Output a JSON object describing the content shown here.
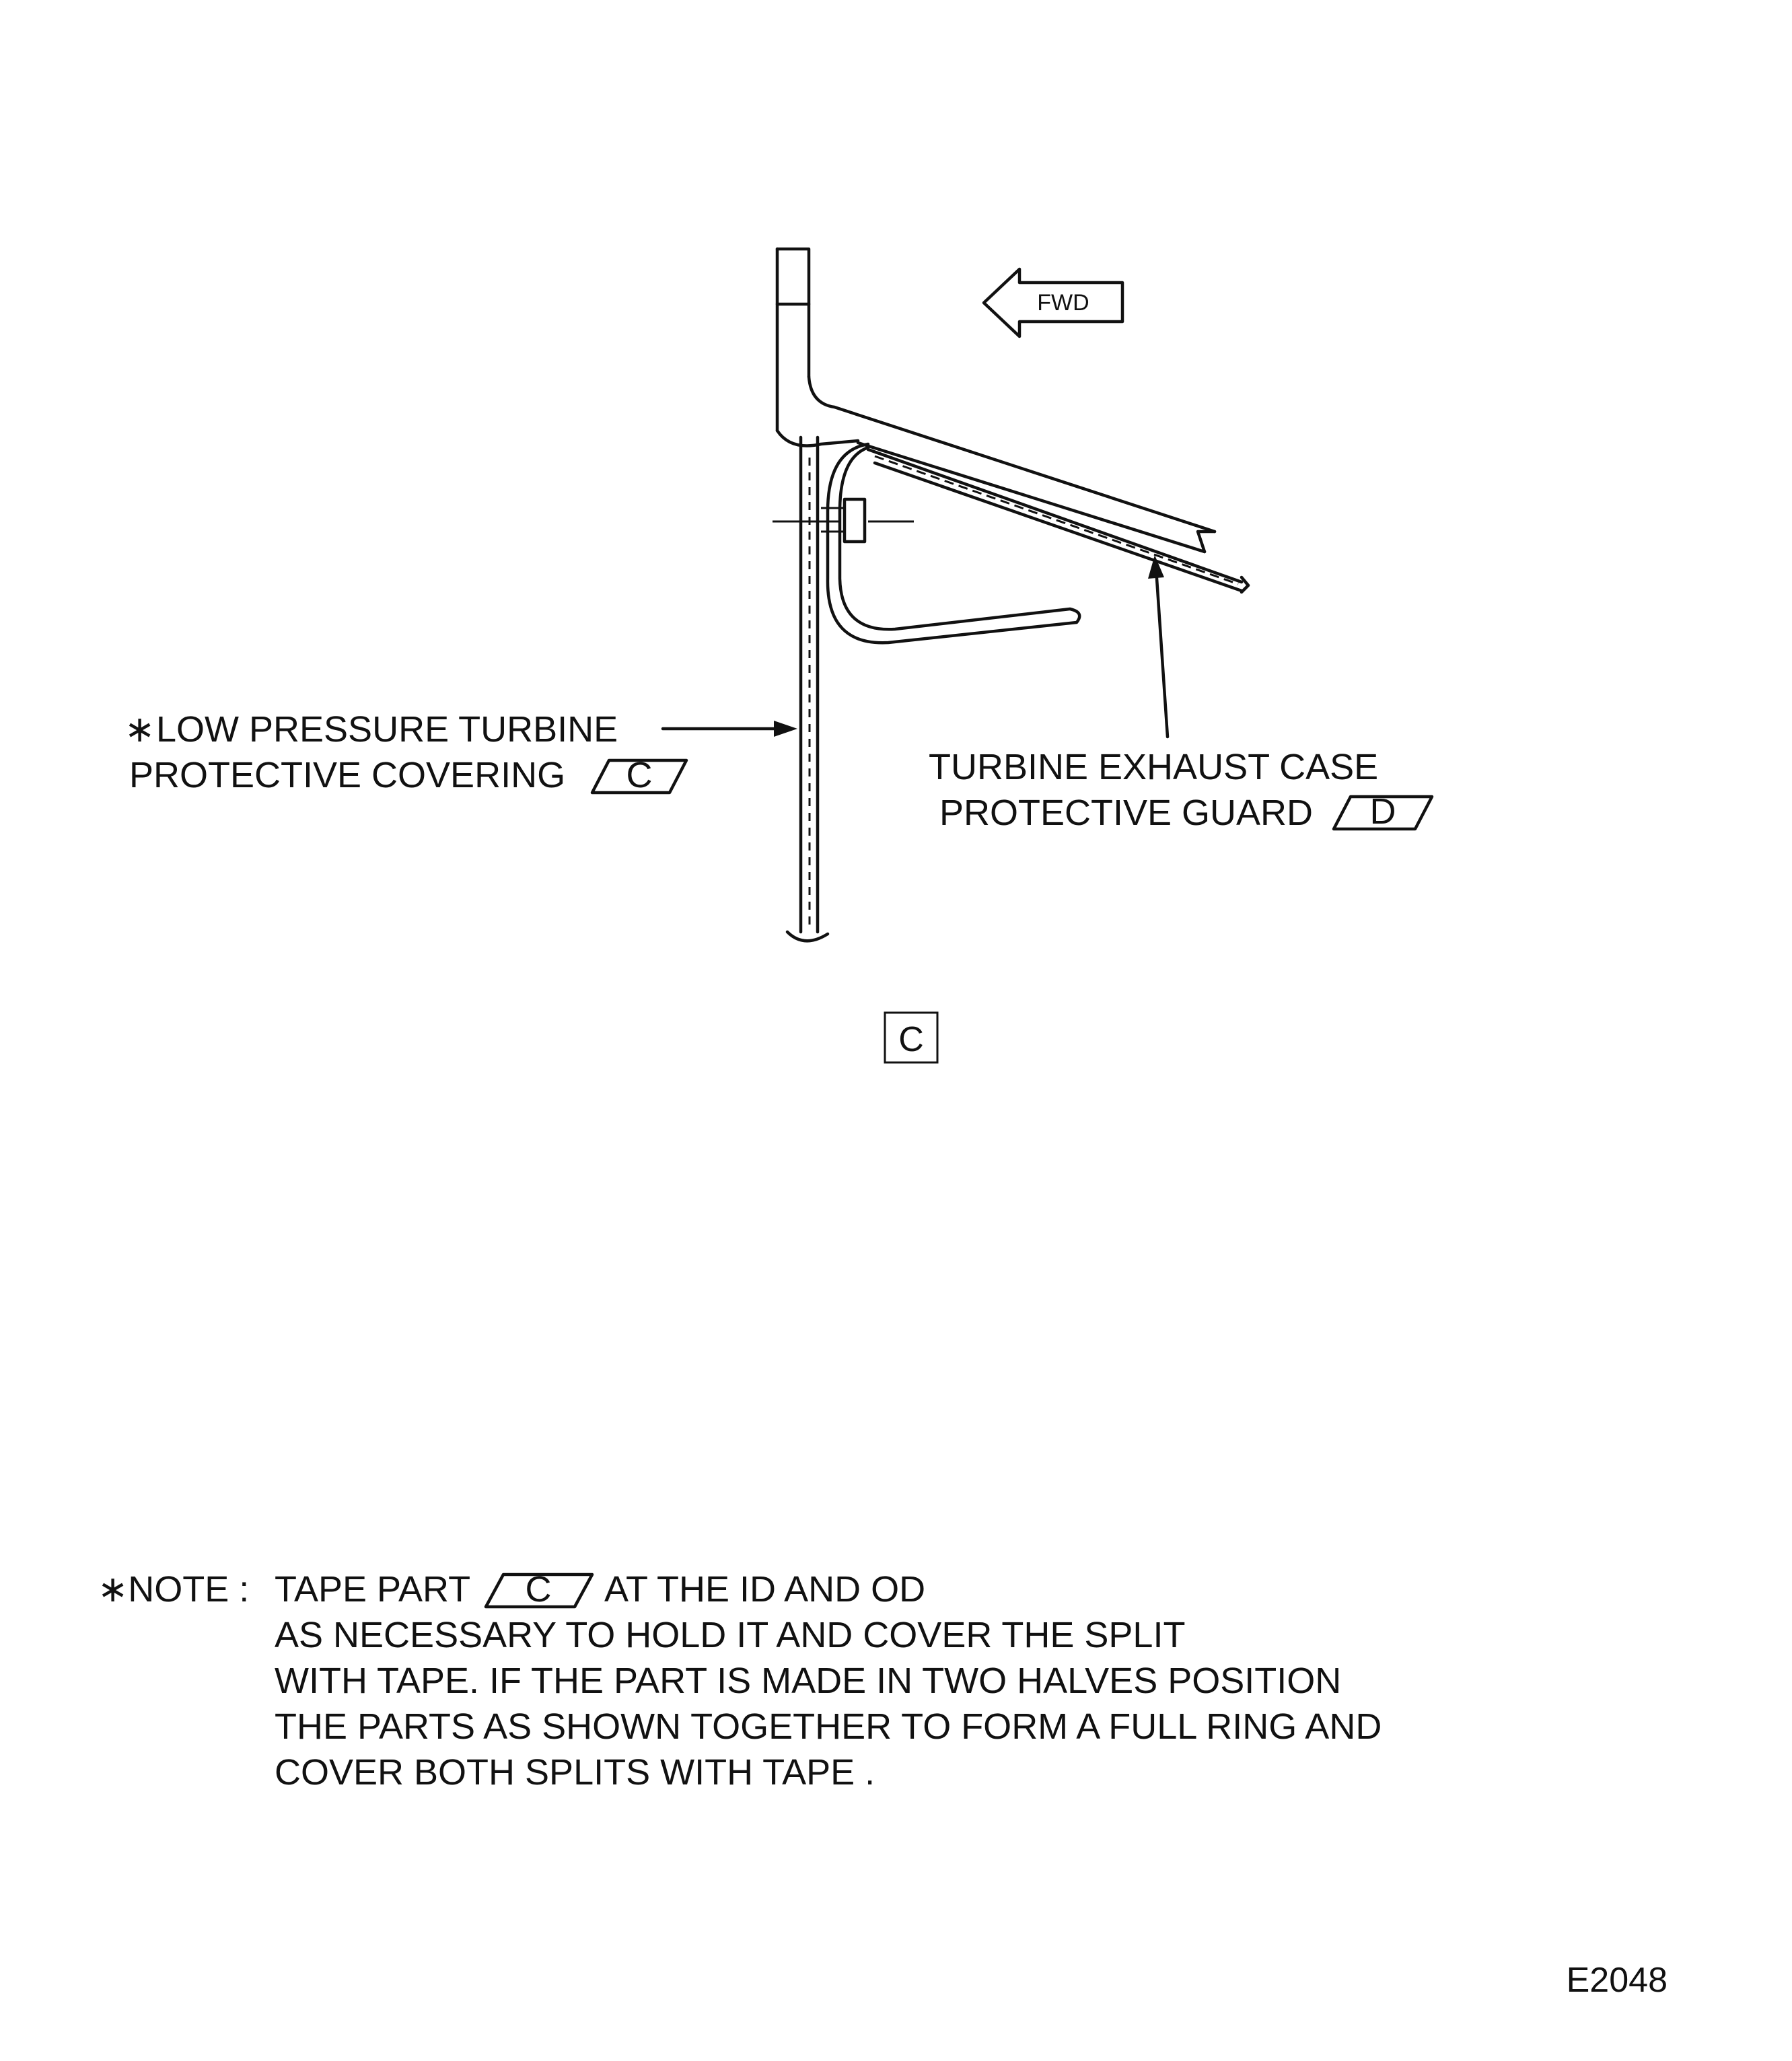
{
  "fwd_arrow": "FWD",
  "labels": {
    "lpt_prefix": "∗",
    "lpt_line1": "LOW PRESSURE TURBINE",
    "lpt_line2": "PROTECTIVE COVERING",
    "lpt_ref": "C",
    "tec_line1": "TURBINE EXHAUST CASE",
    "tec_line2": "PROTECTIVE GUARD",
    "tec_ref": "D"
  },
  "view_label": "C",
  "note": {
    "prefix": "∗NOTE :",
    "line1_a": "TAPE PART",
    "line1_ref": "C",
    "line1_b": "AT THE ID AND OD",
    "line2": "AS NECESSARY TO HOLD IT AND COVER THE SPLIT",
    "line3": "WITH TAPE. IF THE PART IS MADE IN TWO HALVES POSITION",
    "line4": "THE PARTS AS SHOWN TOGETHER TO FORM A FULL RING AND",
    "line5": "COVER BOTH SPLITS WITH TAPE ."
  },
  "figure_id": "E2048"
}
